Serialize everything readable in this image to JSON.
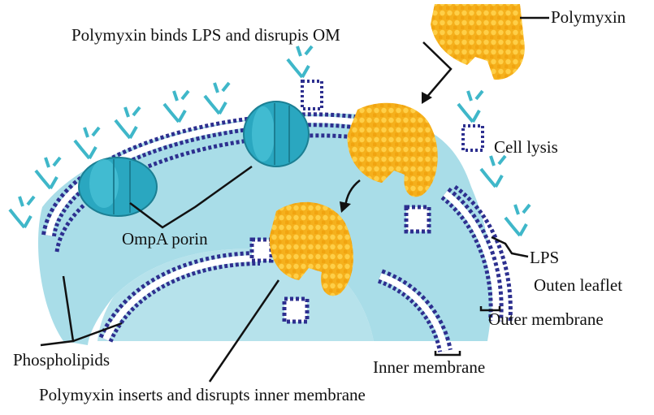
{
  "labels": {
    "polymyxin": "Polymyxin",
    "binds": "Polymyxin binds LPS and disrupis OM",
    "cell_lysis": "Cell lysis",
    "ompa": "OmpA porin",
    "lps": "LPS",
    "outer_leaflet": "Outen leaflet",
    "outer_membrane": "Outer membrane",
    "phospholipids": "Phospholipids",
    "inner_membrane": "Inner membrane",
    "inserts": "Polymyxin inserts and disrupts inner membrane"
  },
  "colors": {
    "cytoplasm": "#a9dde8",
    "membrane_head": "#2d2f8f",
    "membrane_tail": "#ffffff",
    "lps": "#3fb7c9",
    "porin": "#2aa7c0",
    "polymyxin": "#f5b01c",
    "polymyxin_light": "#ffd24d"
  },
  "icons": [
    "polymyxin-protein-icon",
    "ompa-porin-icon",
    "lps-icon"
  ]
}
